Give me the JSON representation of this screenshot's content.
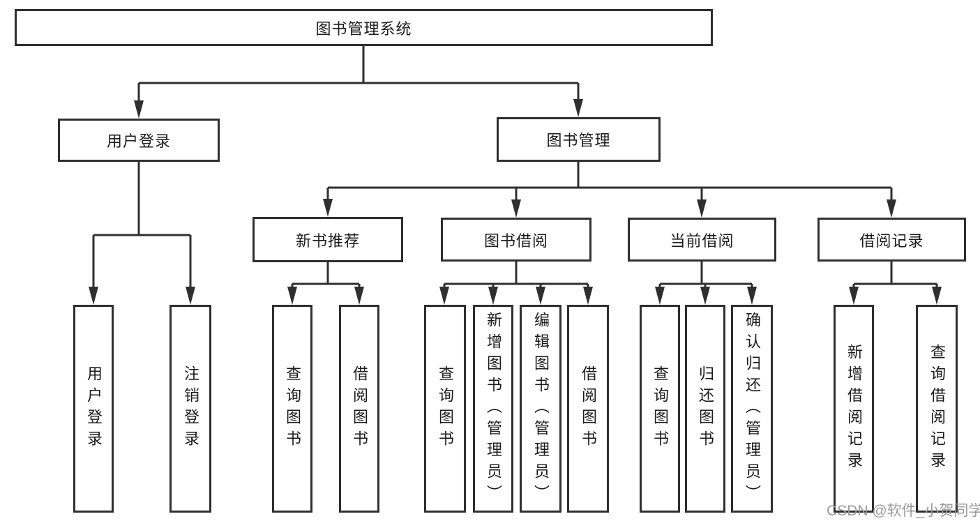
{
  "diagram": {
    "root": {
      "label": "图书管理系统"
    },
    "level2": [
      {
        "id": "user-login-group",
        "label": "用户登录",
        "parent": "图书管理系统"
      },
      {
        "id": "book-management",
        "label": "图书管理",
        "parent": "图书管理系统"
      }
    ],
    "level3": [
      {
        "id": "new-book-recommend",
        "label": "新书推荐",
        "parent": "图书管理"
      },
      {
        "id": "book-borrowing",
        "label": "图书借阅",
        "parent": "图书管理"
      },
      {
        "id": "current-borrowing",
        "label": "当前借阅",
        "parent": "图书管理"
      },
      {
        "id": "borrowing-records",
        "label": "借阅记录",
        "parent": "图书管理"
      }
    ],
    "level4": [
      {
        "id": "user-login",
        "label": "用户登录",
        "parent": "用户登录"
      },
      {
        "id": "logout",
        "label": "注销登录",
        "parent": "用户登录"
      },
      {
        "id": "query-books-1",
        "label": "查询图书",
        "parent": "新书推荐"
      },
      {
        "id": "borrow-books-1",
        "label": "借阅图书",
        "parent": "新书推荐"
      },
      {
        "id": "query-books-2",
        "label": "查询图书",
        "parent": "图书借阅"
      },
      {
        "id": "add-books-admin",
        "label": "新增图书（管理员）",
        "parent": "图书借阅"
      },
      {
        "id": "edit-books-admin",
        "label": "编辑图书（管理员）",
        "parent": "图书借阅"
      },
      {
        "id": "borrow-books-2",
        "label": "借阅图书",
        "parent": "图书借阅"
      },
      {
        "id": "query-books-3",
        "label": "查询图书",
        "parent": "当前借阅"
      },
      {
        "id": "return-books",
        "label": "归还图书",
        "parent": "当前借阅"
      },
      {
        "id": "confirm-return-admin",
        "label": "确认归还（管理员）",
        "parent": "当前借阅"
      },
      {
        "id": "add-borrow-record",
        "label": "新增借阅记录",
        "parent": "借阅记录"
      },
      {
        "id": "query-borrow-record",
        "label": "查询借阅记录",
        "parent": "借阅记录"
      }
    ]
  },
  "watermark": {
    "text": "CSDN @软件_小贺同学",
    "color": "#9a9a9a"
  },
  "colors": {
    "line": "#2f2f2f",
    "background": "#ffffff",
    "box_fill": "#ffffff"
  }
}
